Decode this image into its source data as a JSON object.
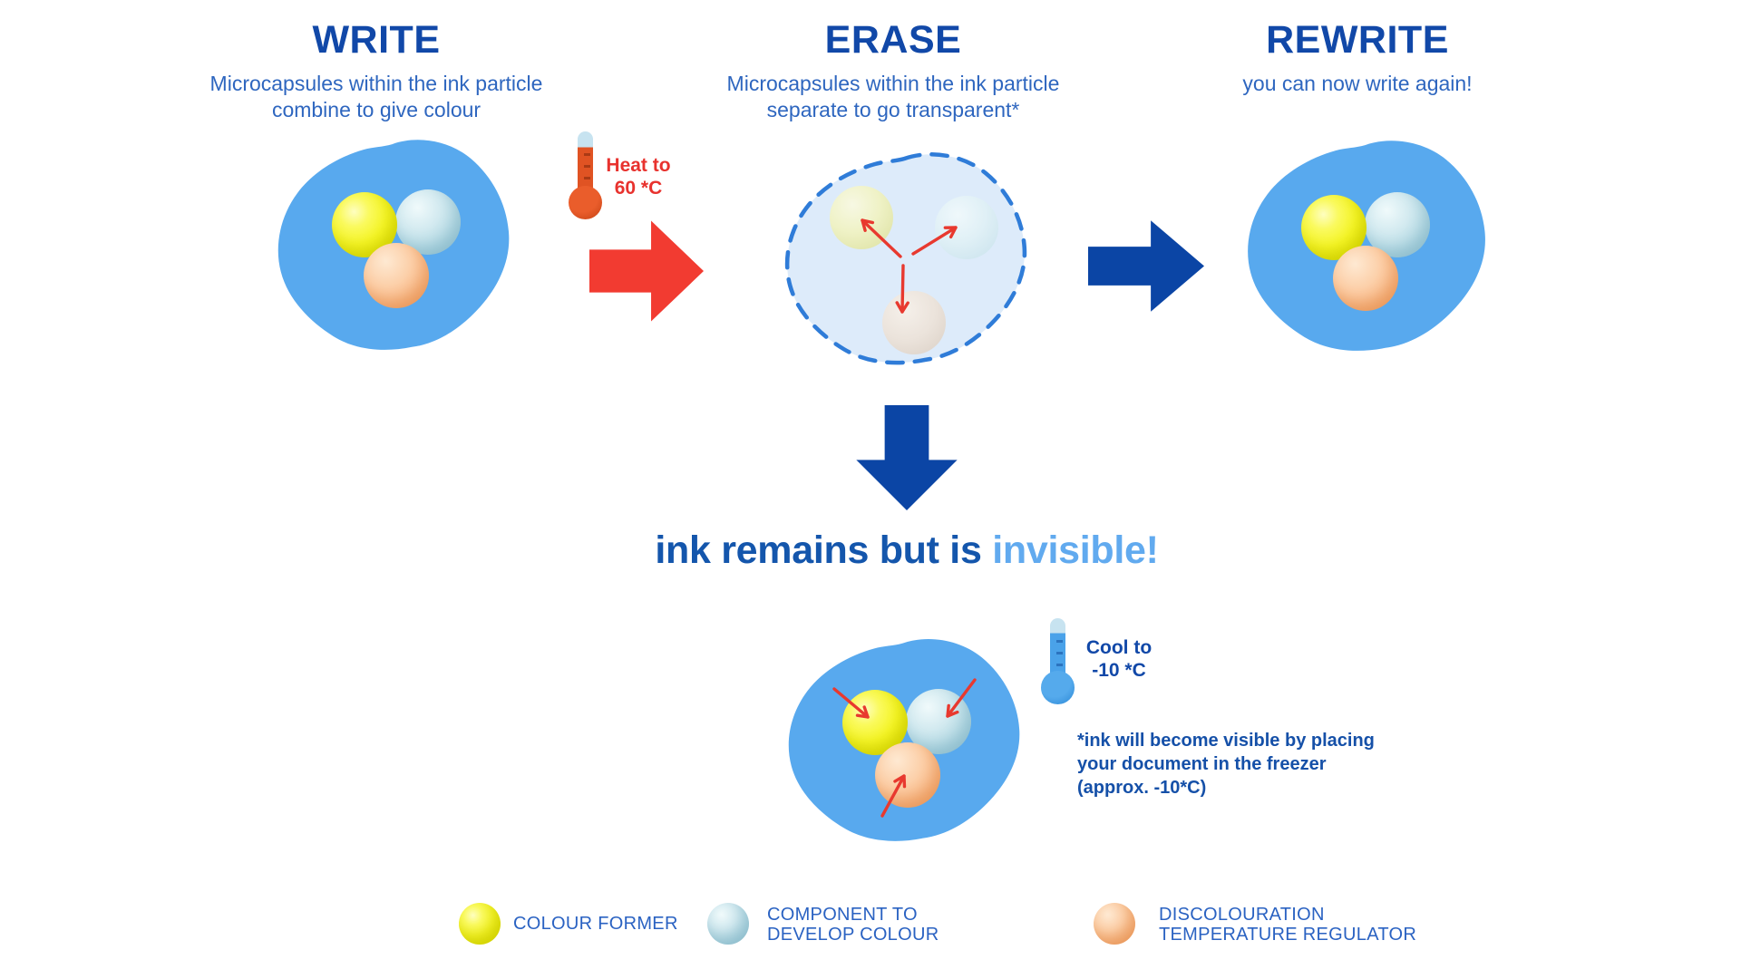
{
  "write": {
    "title": "WRITE",
    "subtitle1": "Microcapsules within the ink particle",
    "subtitle2": "combine to give colour"
  },
  "erase": {
    "title": "ERASE",
    "subtitle1": "Microcapsules within the ink particle",
    "subtitle2": "separate to go transparent*"
  },
  "rewrite": {
    "title": "REWRITE",
    "subtitle1": "you can now write again!"
  },
  "heat": {
    "line1": "Heat to",
    "line2": "60 *C"
  },
  "cool": {
    "line1": "Cool to",
    "line2": "-10 *C"
  },
  "headline": {
    "prefix": "ink remains but is",
    "highlight": "invisible!"
  },
  "footnote": {
    "line1": "*ink will become visible by placing",
    "line2": "your document in the freezer",
    "line3": "(approx. -10*C)"
  },
  "legend": {
    "items": [
      {
        "line1": "COLOUR FORMER",
        "line2": ""
      },
      {
        "line1": "COMPONENT TO",
        "line2": "DEVELOP COLOUR"
      },
      {
        "line1": "DISCOLOURATION",
        "line2": "TEMPERATURE REGULATOR"
      }
    ]
  },
  "icons": {
    "hot": "thermometer-hot-icon",
    "cold": "thermometer-cold-icon"
  },
  "colors": {
    "heading_blue": "#1148A8",
    "subtitle_blue": "#2E66BF",
    "blob_blue": "#58A9EE",
    "pale_blob_fill": "#DDEBFA",
    "dashed_border_blue": "#2F7CD8",
    "accent_red": "#F23B31",
    "dark_arrow_blue": "#0B45A5",
    "highlight_blue": "#61AAEF",
    "sphere_yellow": "#F4F424",
    "sphere_blue": "#AFD7E2",
    "sphere_orange": "#F7B07C"
  }
}
